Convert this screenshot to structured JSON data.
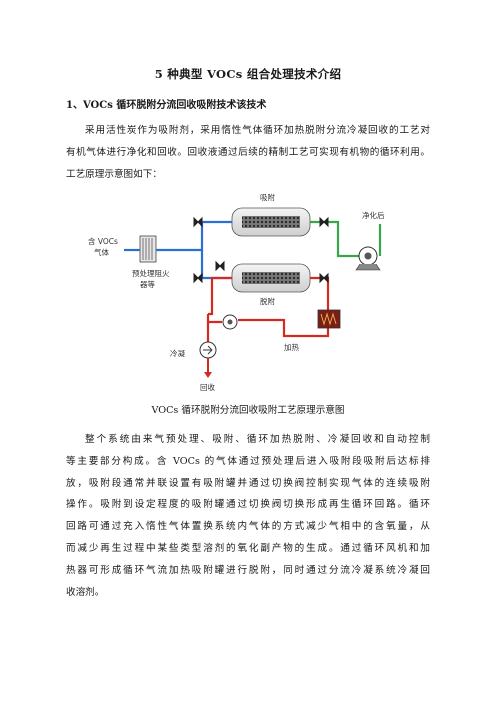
{
  "doc": {
    "title": "5 种典型 VOCs 组合处理技术介绍",
    "section_heading": "1、VOCs 循环脱附分流回收吸附技术该技术",
    "para1": [
      "采用活性炭作为吸附剂，采用惰性气体循环加热脱附分流冷凝回收的工艺对",
      "有机气体进行净化和回收。回收液通过后续的精制工艺可实现有机物的循环利用。",
      "工艺原理示意图如下："
    ],
    "figure_labels": {
      "adsorb": "吸附",
      "desorb": "脱附",
      "inlet_l1": "含 VOCs",
      "inlet_l2": "气体",
      "pre_l1": "预处理阻火",
      "pre_l2": "器等",
      "clean": "净化后",
      "condense": "冷凝",
      "heat": "加热",
      "recover": "回收"
    },
    "caption": "VOCs 循环脱附分流回收吸附工艺原理示意图",
    "para2": [
      "整个系统由来气预处理、吸附、循环加热脱附、冷凝回收和自动控制",
      "等主要部分构成。含 VOCs 的气体通过预处理后进入吸附段吸附后达标排",
      "放，吸附段通常并联设置有吸附罐并通过切换阀控制实现气体的连续吸附",
      "操作。吸附到设定程度的吸附罐通过切换阀切换形成再生循环回路。循环",
      "回路可通过充入惰性气体置换系统内气体的方式减少气相中的含氧量，从",
      "而减少再生过程中某些类型溶剂的氧化副产物的生成。通过循环风机和加",
      "热器可形成循环气流加热吸附罐进行脱附，同时通过分流冷凝系统冷凝回",
      "收溶剂。"
    ]
  }
}
